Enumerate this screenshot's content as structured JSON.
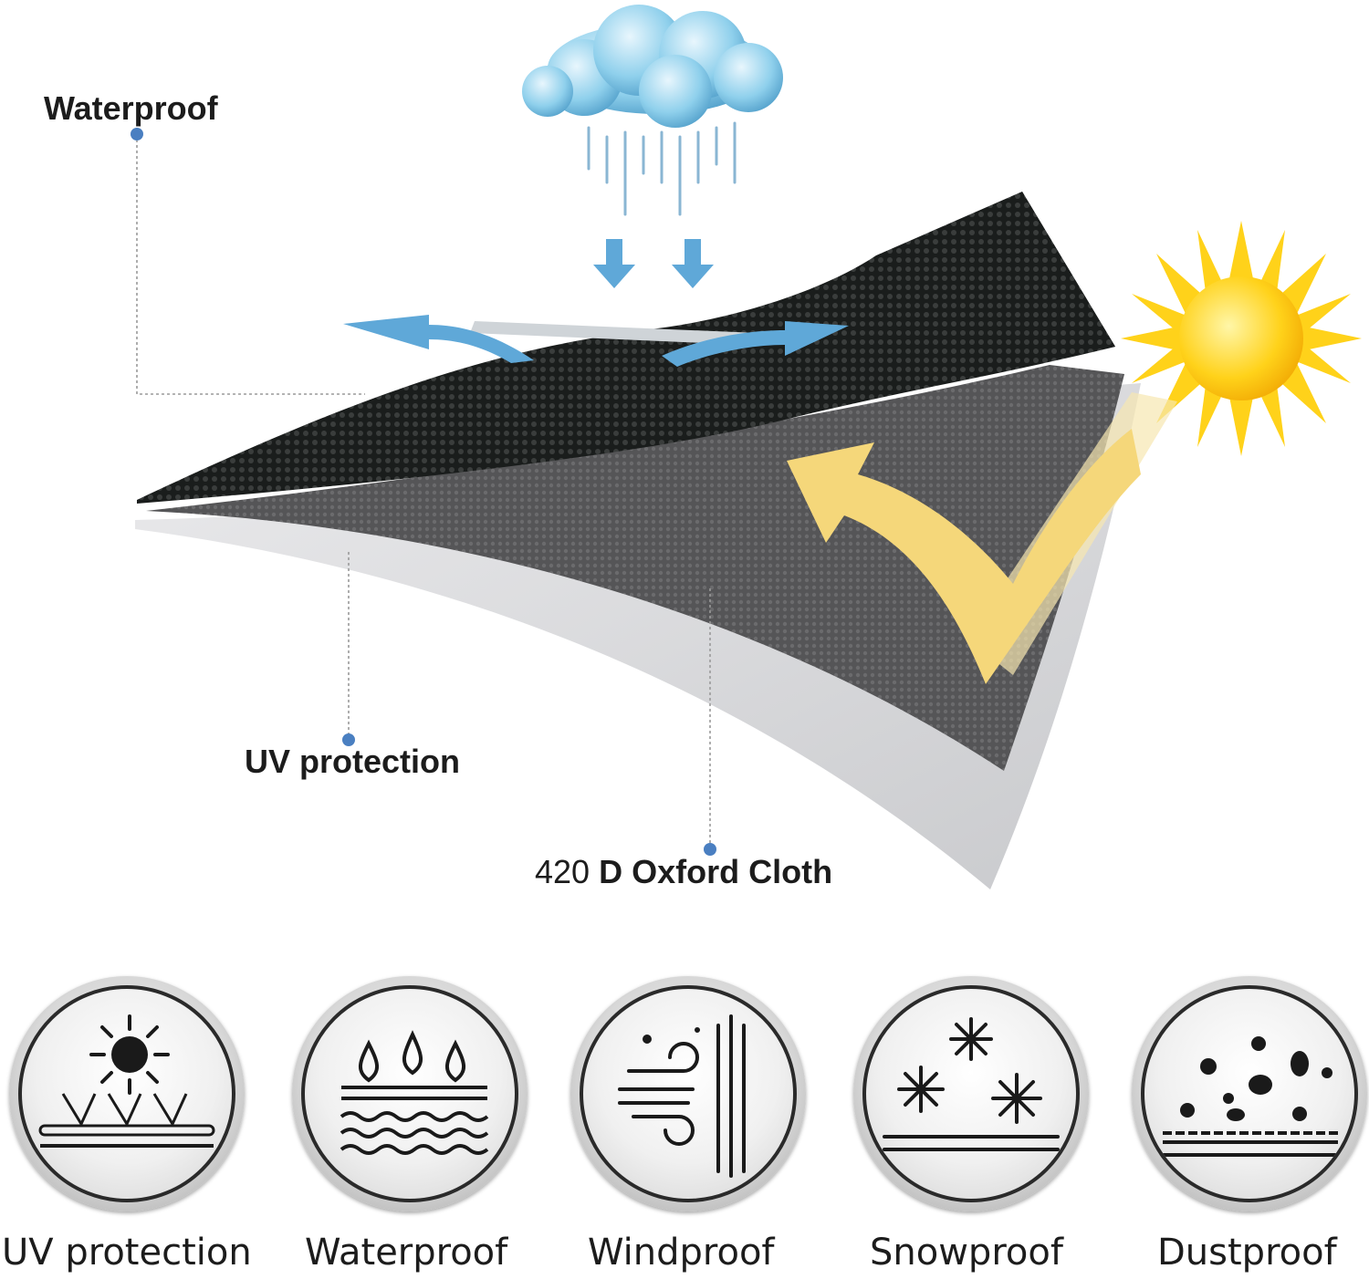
{
  "diagram": {
    "callouts": {
      "top": "Waterproof",
      "middle": "UV protection",
      "bottom_number": "420",
      "bottom_text": "D Oxford Cloth"
    }
  },
  "features": [
    {
      "label": "UV protection",
      "icon": "uv-protection-icon"
    },
    {
      "label": "Waterproof",
      "icon": "waterproof-icon"
    },
    {
      "label": "Windproof",
      "icon": "windproof-icon"
    },
    {
      "label": "Snowproof",
      "icon": "snowproof-icon"
    },
    {
      "label": "Dustproof",
      "icon": "dustproof-icon"
    }
  ],
  "colors": {
    "accent_dot": "#4a7fc1",
    "water_arrow": "#5fa8d8",
    "sun_arrow": "#f5d77a",
    "fabric_dark": "#4a4a4a",
    "fabric_light": "#d9dadc"
  }
}
